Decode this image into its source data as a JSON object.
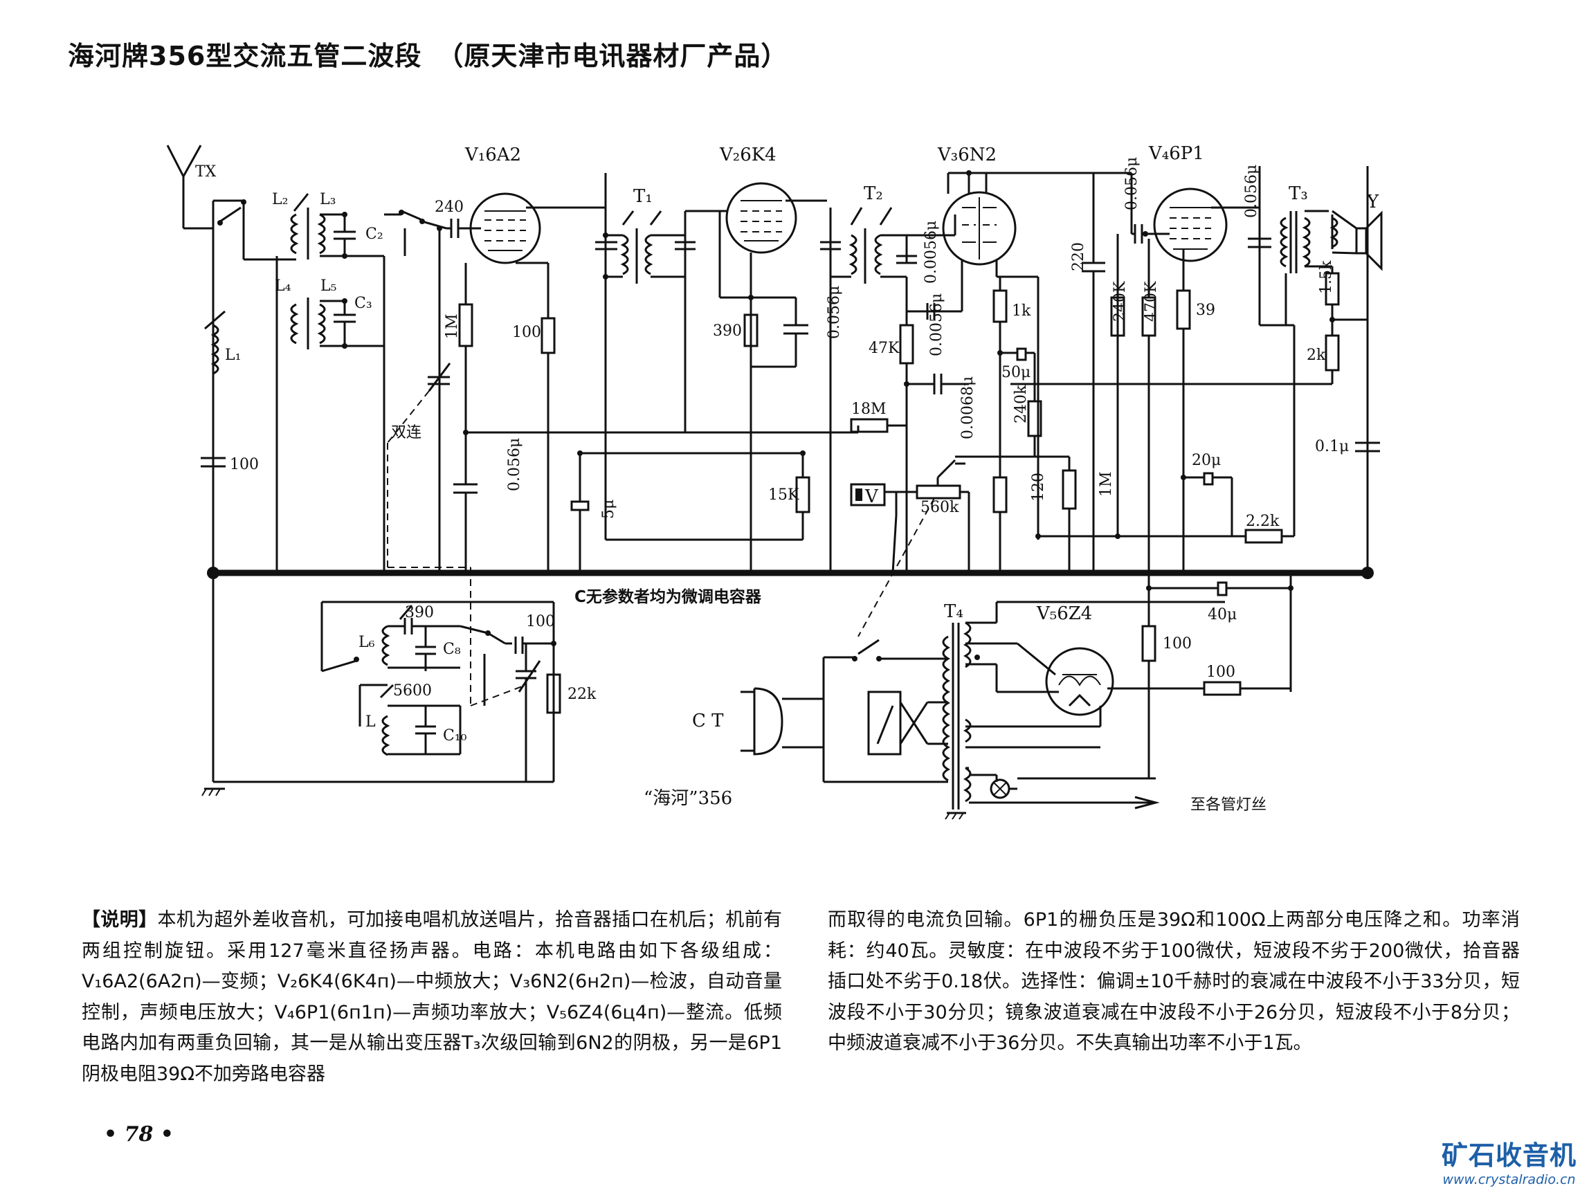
{
  "title": {
    "main": "海河牌356型交流五管二波段",
    "sub": "（原天津市电讯器材厂产品）"
  },
  "schematic": {
    "antenna": "TX",
    "tubes": {
      "v1": "V₁6A2",
      "v2": "V₂6K4",
      "v3": "V₃6N2",
      "v4": "V₄6P1",
      "v5": "V₅6Z4"
    },
    "transformers": {
      "t1": "T₁",
      "t2": "T₂",
      "t3": "T₃",
      "t4": "T₄"
    },
    "coils": {
      "l1": "L₁",
      "l2": "L₂",
      "l3": "L₃",
      "l4": "L₄",
      "l5": "L₅",
      "l6": "L₆",
      "l7": "L"
    },
    "caps": {
      "c2": "C₂",
      "c3": "C₃",
      "c8": "C₈",
      "c10": "C₁₀"
    },
    "values": {
      "c100": "100",
      "c240": "240",
      "r1m_a": "1M",
      "c0056_a": "0.056μ",
      "r100_a": "100",
      "c5u": "5μ",
      "r390": "390",
      "c0056_b": "0.056μ",
      "r15k": "15K",
      "r47k": "47K",
      "c0056_c": "0.0056μ",
      "c0056_d": "0.0056μ",
      "c0068": "0.0068μ",
      "r18m": "18M",
      "r560k": "560k",
      "r1k": "1k",
      "c50u": "50μ",
      "r240k_a": "240k",
      "r120": "120",
      "r1m_b": "1M",
      "c220": "220",
      "c0056_e": "0.056μ",
      "r240k_b": "240K",
      "r470k": "470K",
      "r39": "39",
      "c0056_f": "0.056μ",
      "c20u": "20μ",
      "r22k_b": "2.2k",
      "r15k_b": "1.5k",
      "r2k": "2k",
      "c01u": "0.1μ",
      "c390": "390",
      "c5600": "5600",
      "c100_b": "100",
      "r22k": "22k",
      "c40u": "40μ",
      "r100_b": "100",
      "r100_c": "100"
    },
    "gang_label": "双连",
    "volume": "V",
    "speaker": "Y",
    "plug": "C T",
    "note": "C无参数者均为微调电容器",
    "caption": "“海河”356",
    "filament": "至各管灯丝"
  },
  "description": {
    "heading": "【说明】",
    "col1": "本机为超外差收音机，可加接电唱机放送唱片，拾音器插口在机后；机前有两组控制旋钮。采用127毫米直径扬声器。电路：本机电路由如下各级组成：V₁6A2(6A2п)—变频；V₂6K4(6K4п)—中频放大；V₃6N2(6н2п)—检波，自动音量控制，声频电压放大；V₄6P1(6п1п)—声频功率放大；V₅6Z4(6ц4п)—整流。低频电路内加有两重负回输，其一是从输出变压器T₃次级回输到6N2的阴极，另一是6P1阴极电阻39Ω不加旁路电容器",
    "col2": "而取得的电流负回输。6P1的栅负压是39Ω和100Ω上两部分电压降之和。功率消耗：约40瓦。灵敏度：在中波段不劣于100微伏，短波段不劣于200微伏，拾音器插口处不劣于0.18伏。选择性：偏调±10千赫时的衰减在中波段不小于33分贝，短波段不小于30分贝；镜象波道衰减在中波段不小于26分贝，短波段不小于8分贝；中频波道衰减不小于36分贝。不失真输出功率不小于1瓦。"
  },
  "page_number": "• 78 •",
  "watermark": {
    "text": "矿石收音机",
    "url": "www.crystalradio.cn"
  }
}
